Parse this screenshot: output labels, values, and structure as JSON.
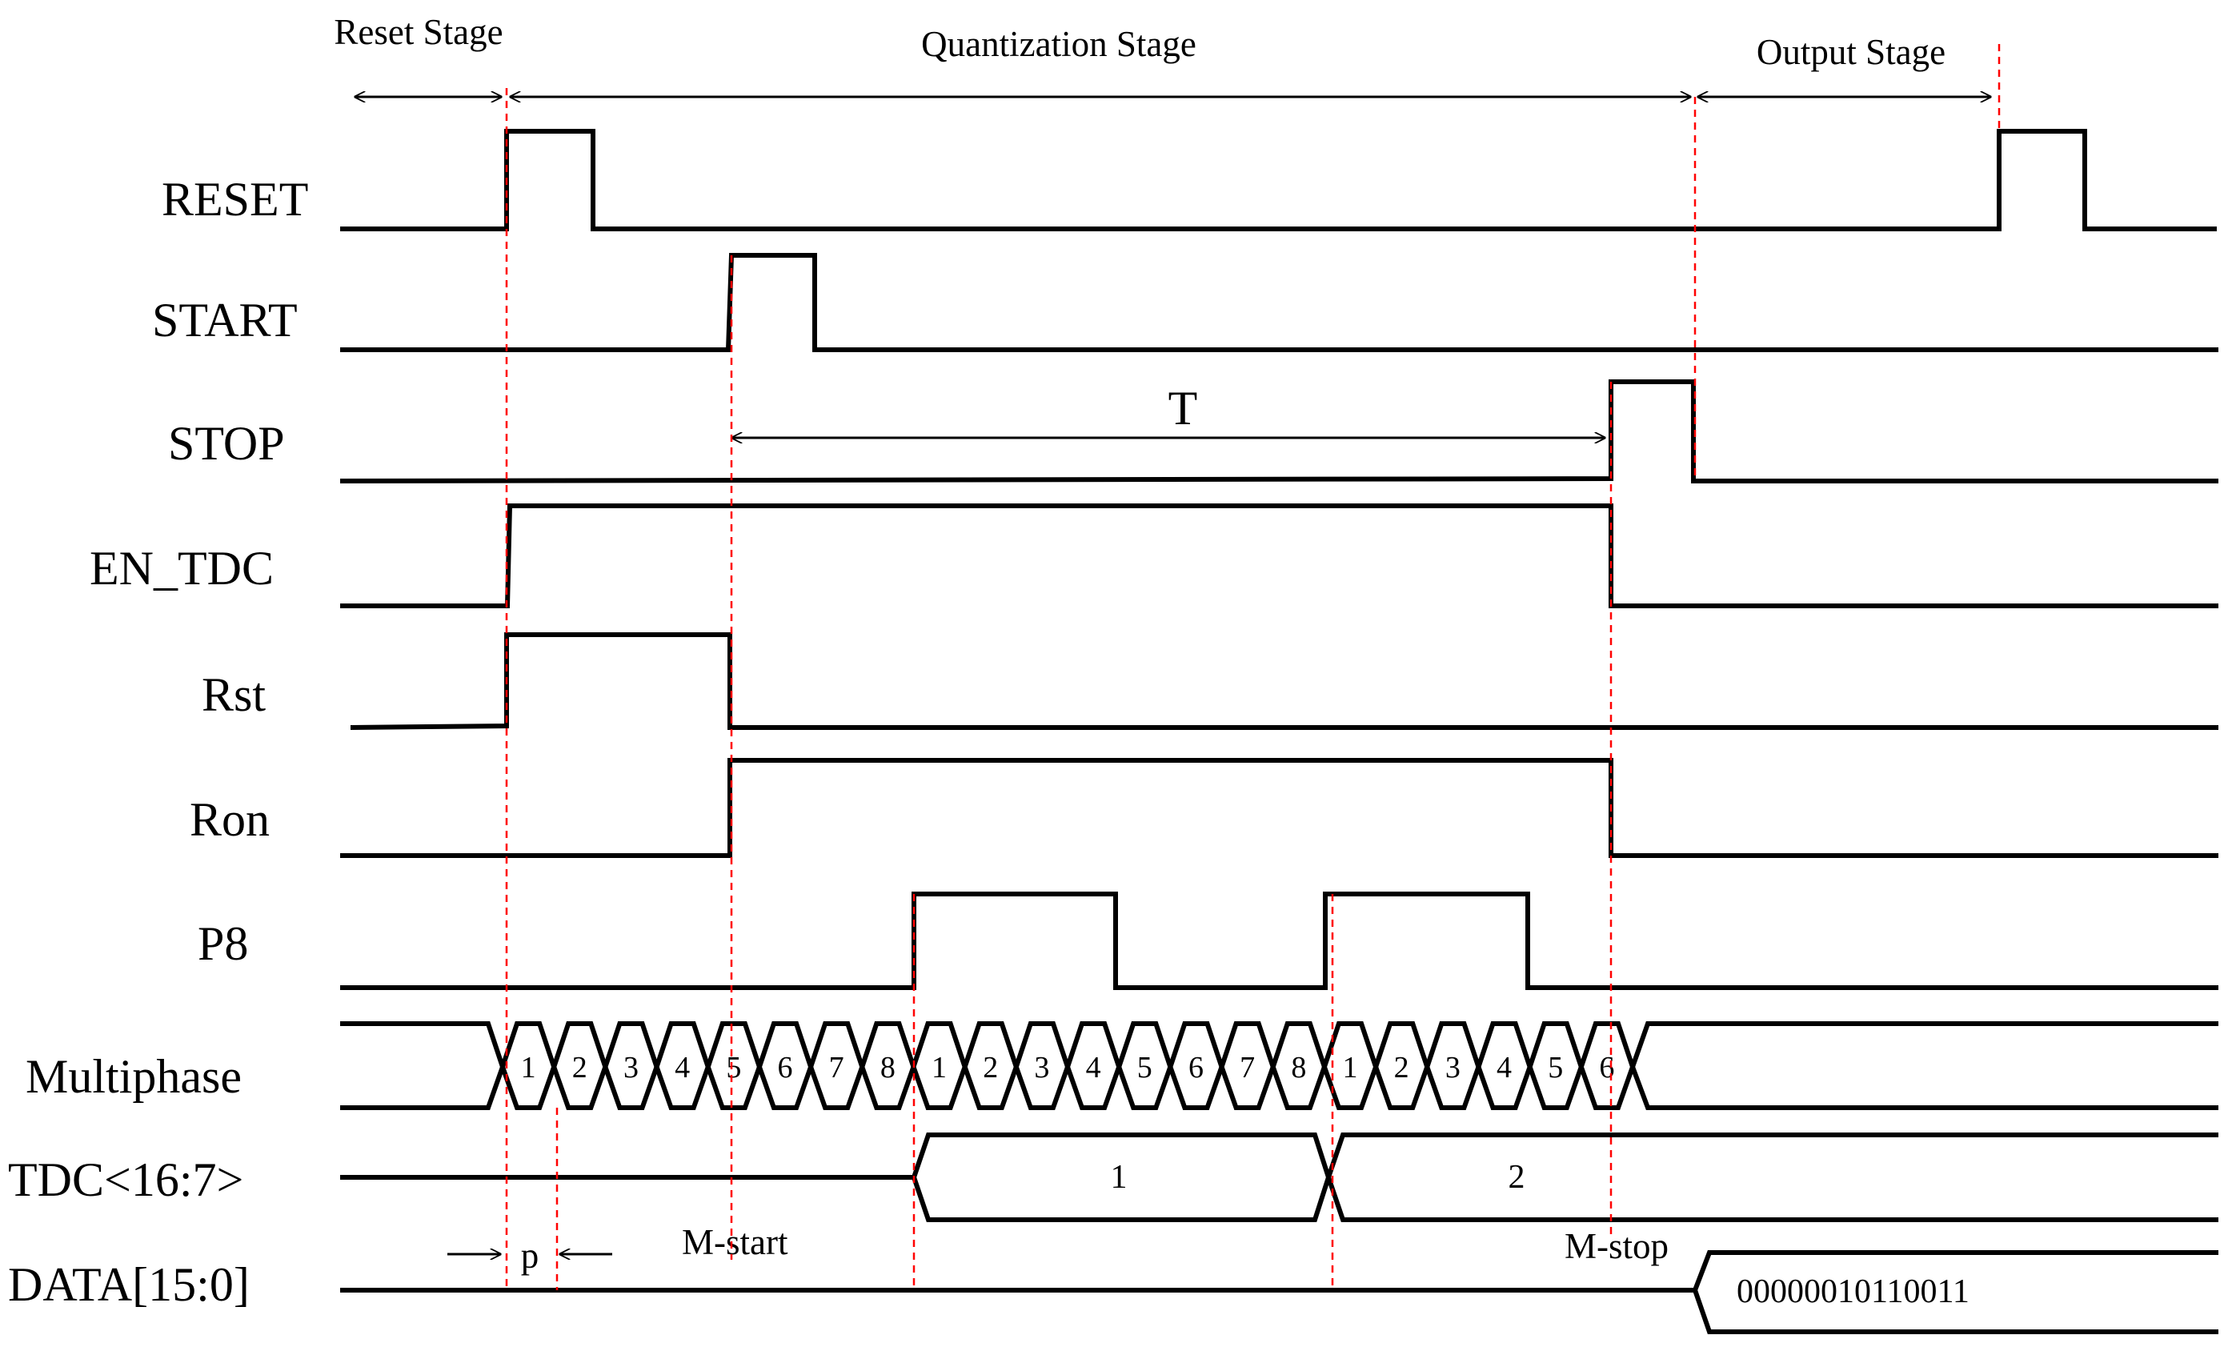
{
  "stages": {
    "reset": "Reset Stage",
    "quantization": "Quantization Stage",
    "output": "Output Stage"
  },
  "signals": {
    "reset": "RESET",
    "start": "START",
    "stop": "STOP",
    "en_tdc": "EN_TDC",
    "rst": "Rst",
    "ron": "Ron",
    "p8": "P8",
    "multiphase": "Multiphase",
    "tdc": "TDC<16:7>",
    "data": "DATA[15:0]"
  },
  "annotations": {
    "interval": "T",
    "phase_width": "p",
    "m_start": "M-start",
    "m_stop": "M-stop"
  },
  "multiphase_sequence": [
    "1",
    "2",
    "3",
    "4",
    "5",
    "6",
    "7",
    "8",
    "1",
    "2",
    "3",
    "4",
    "5",
    "6",
    "7",
    "8",
    "1",
    "2",
    "3",
    "4",
    "5",
    "6"
  ],
  "tdc_values": [
    "1",
    "2"
  ],
  "data_value": "00000010110011",
  "colors": {
    "waveform": "#000000",
    "marker": "#ff0000",
    "background": "#ffffff"
  }
}
